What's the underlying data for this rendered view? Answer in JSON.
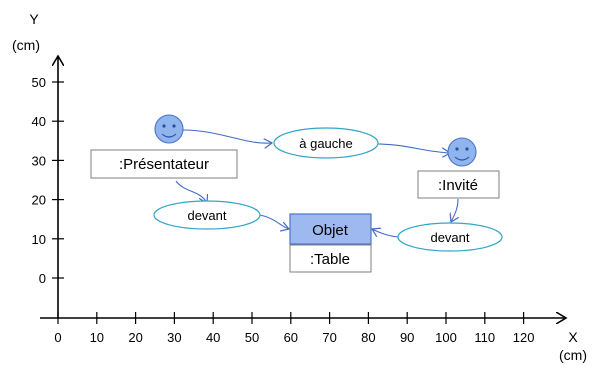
{
  "axes": {
    "x_title": "X",
    "x_unit": "(cm)",
    "y_title": "Y",
    "y_unit": "(cm)",
    "x_ticks": [
      "0",
      "10",
      "20",
      "30",
      "40",
      "50",
      "60",
      "70",
      "80",
      "90",
      "100",
      "110",
      "120"
    ],
    "y_ticks": [
      "0",
      "10",
      "20",
      "30",
      "40",
      "50"
    ]
  },
  "nodes": {
    "presenter_label": ":Présentateur",
    "guest_label": ":Invité",
    "object_label": "Objet",
    "table_label": ":Table",
    "left_of_label": "à gauche",
    "presenter_facing_label": "devant",
    "guest_facing_label": "devant"
  },
  "colors": {
    "smiley_fill": "#8fb4ee",
    "smiley_stroke": "#4a74c6",
    "object_fill": "#9db9f0",
    "object_stroke": "#4a74c6",
    "relation_stroke": "#31a6c8",
    "arrow_stroke": "#3f6bc4"
  }
}
